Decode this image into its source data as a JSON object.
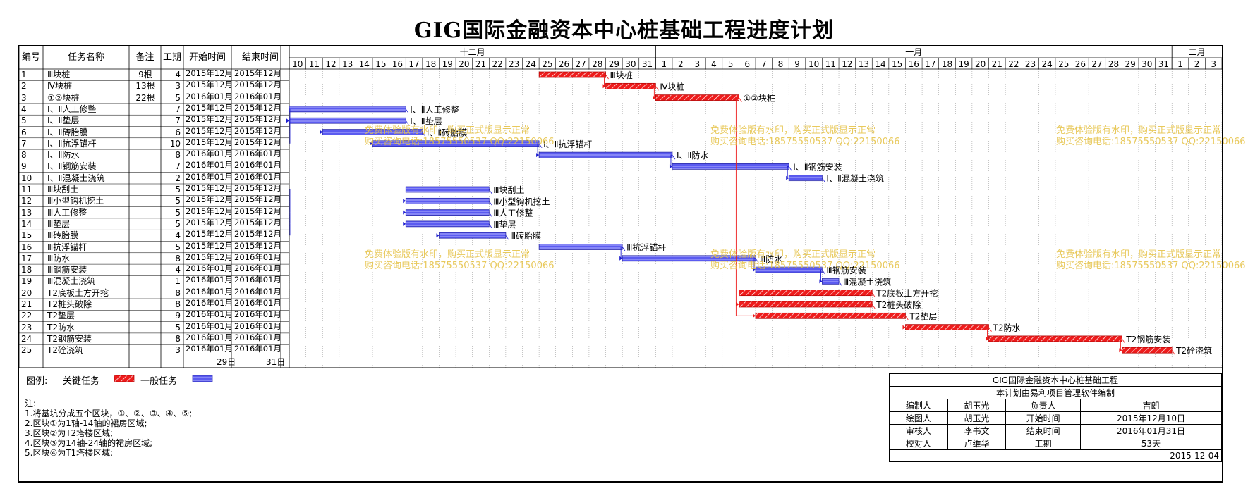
{
  "title": "GIG国际金融资本中心桩基础工程进度计划",
  "headers": {
    "id": "编号",
    "name": "任务名称",
    "note": "备注",
    "dur": "工期",
    "start": "开始时间",
    "end": "结束时间"
  },
  "months": [
    {
      "label": "十二月",
      "from": 0,
      "count": 22
    },
    {
      "label": "一月",
      "from": 22,
      "count": 31
    },
    {
      "label": "二月",
      "from": 53,
      "count": 3
    }
  ],
  "days": [
    10,
    11,
    12,
    13,
    14,
    15,
    16,
    17,
    18,
    19,
    20,
    21,
    22,
    23,
    24,
    25,
    26,
    27,
    28,
    29,
    30,
    31,
    1,
    2,
    3,
    4,
    5,
    6,
    7,
    8,
    9,
    10,
    11,
    12,
    13,
    14,
    15,
    16,
    17,
    18,
    19,
    20,
    21,
    22,
    23,
    24,
    25,
    26,
    27,
    28,
    29,
    30,
    31,
    1,
    2,
    3
  ],
  "tasks": [
    {
      "id": "1",
      "name": "Ⅲ块桩",
      "note": "9根",
      "dur": "4",
      "start": "2015年12月",
      "end": "2015年12月",
      "bar": [
        15,
        4
      ],
      "critical": true,
      "label": "Ⅲ块桩"
    },
    {
      "id": "2",
      "name": "Ⅳ块桩",
      "note": "13根",
      "dur": "3",
      "start": "2015年12月",
      "end": "2015年12月",
      "bar": [
        19,
        3
      ],
      "critical": true,
      "label": "Ⅳ块桩"
    },
    {
      "id": "3",
      "name": "①②块桩",
      "note": "22根",
      "dur": "5",
      "start": "2016年01月",
      "end": "2016年01月",
      "bar": [
        22,
        5
      ],
      "critical": true,
      "label": "①②块桩"
    },
    {
      "id": "4",
      "name": "Ⅰ、Ⅱ人工修整",
      "note": "",
      "dur": "7",
      "start": "2015年12月",
      "end": "2015年12月",
      "bar": [
        0,
        7
      ],
      "critical": false,
      "label": "Ⅰ、Ⅱ人工修整"
    },
    {
      "id": "5",
      "name": "Ⅰ、Ⅱ垫层",
      "note": "",
      "dur": "7",
      "start": "2015年12月",
      "end": "2015年12月",
      "bar": [
        0,
        7
      ],
      "critical": false,
      "label": "Ⅰ、Ⅱ垫层"
    },
    {
      "id": "6",
      "name": "Ⅰ、Ⅱ砖胎膜",
      "note": "",
      "dur": "6",
      "start": "2015年12月",
      "end": "2015年12月",
      "bar": [
        2,
        6
      ],
      "critical": false,
      "label": "Ⅰ、Ⅱ砖胎膜"
    },
    {
      "id": "7",
      "name": "Ⅰ、Ⅱ抗浮锚杆",
      "note": "",
      "dur": "10",
      "start": "2015年12月",
      "end": "2015年12月",
      "bar": [
        5,
        10
      ],
      "critical": false,
      "label": "Ⅰ、Ⅱ抗浮锚杆"
    },
    {
      "id": "8",
      "name": "Ⅰ、Ⅱ防水",
      "note": "",
      "dur": "8",
      "start": "2016年01月",
      "end": "2016年01月",
      "bar": [
        15,
        8
      ],
      "critical": false,
      "label": "Ⅰ、Ⅱ防水"
    },
    {
      "id": "9",
      "name": "Ⅰ、Ⅱ钢筋安装",
      "note": "",
      "dur": "7",
      "start": "2016年01月",
      "end": "2016年01月",
      "bar": [
        23,
        7
      ],
      "critical": false,
      "label": "Ⅰ、Ⅱ钢筋安装"
    },
    {
      "id": "10",
      "name": "Ⅰ、Ⅱ混凝土浇筑",
      "note": "",
      "dur": "2",
      "start": "2016年01月",
      "end": "2016年01月",
      "bar": [
        30,
        2
      ],
      "critical": false,
      "label": "Ⅰ、Ⅱ混凝土浇筑"
    },
    {
      "id": "11",
      "name": "Ⅲ块刮土",
      "note": "",
      "dur": "5",
      "start": "2015年12月",
      "end": "2015年12月",
      "bar": [
        7,
        5
      ],
      "critical": false,
      "label": "Ⅲ块刮土"
    },
    {
      "id": "12",
      "name": "Ⅲ小型钩机挖土",
      "note": "",
      "dur": "5",
      "start": "2015年12月",
      "end": "2015年12月",
      "bar": [
        7,
        5
      ],
      "critical": false,
      "label": "Ⅲ小型钩机挖土"
    },
    {
      "id": "13",
      "name": "Ⅲ人工修整",
      "note": "",
      "dur": "5",
      "start": "2015年12月",
      "end": "2015年12月",
      "bar": [
        7,
        5
      ],
      "critical": false,
      "label": "Ⅲ人工修整"
    },
    {
      "id": "14",
      "name": "Ⅲ垫层",
      "note": "",
      "dur": "5",
      "start": "2015年12月",
      "end": "2015年12月",
      "bar": [
        7,
        5
      ],
      "critical": false,
      "label": "Ⅲ垫层"
    },
    {
      "id": "15",
      "name": "Ⅲ砖胎膜",
      "note": "",
      "dur": "4",
      "start": "2015年12月",
      "end": "2015年12月",
      "bar": [
        9,
        4
      ],
      "critical": false,
      "label": "Ⅲ砖胎膜"
    },
    {
      "id": "16",
      "name": "Ⅲ抗浮锚杆",
      "note": "",
      "dur": "5",
      "start": "2015年12月",
      "end": "2015年12月",
      "bar": [
        15,
        5
      ],
      "critical": false,
      "label": "Ⅲ抗浮锚杆"
    },
    {
      "id": "17",
      "name": "Ⅲ防水",
      "note": "",
      "dur": "8",
      "start": "2015年12月",
      "end": "2016年01月",
      "bar": [
        20,
        8
      ],
      "critical": false,
      "label": "Ⅲ防水"
    },
    {
      "id": "18",
      "name": "Ⅲ钢筋安装",
      "note": "",
      "dur": "4",
      "start": "2016年01月",
      "end": "2016年01月",
      "bar": [
        28,
        4
      ],
      "critical": false,
      "label": "Ⅲ钢筋安装"
    },
    {
      "id": "19",
      "name": "Ⅲ混凝土浇筑",
      "note": "",
      "dur": "1",
      "start": "2016年01月",
      "end": "2016年01月",
      "bar": [
        32,
        1
      ],
      "critical": false,
      "label": "Ⅲ混凝土浇筑"
    },
    {
      "id": "20",
      "name": "T2底板土方开挖",
      "note": "",
      "dur": "8",
      "start": "2016年01月",
      "end": "2016年01月",
      "bar": [
        27,
        8
      ],
      "critical": true,
      "label": "T2底板土方开挖"
    },
    {
      "id": "21",
      "name": "T2桩头破除",
      "note": "",
      "dur": "8",
      "start": "2016年01月",
      "end": "2016年01月",
      "bar": [
        27,
        8
      ],
      "critical": true,
      "label": "T2桩头破除"
    },
    {
      "id": "22",
      "name": "T2垫层",
      "note": "",
      "dur": "9",
      "start": "2016年01月",
      "end": "2016年01月",
      "bar": [
        28,
        9
      ],
      "critical": true,
      "label": "T2垫层"
    },
    {
      "id": "23",
      "name": "T2防水",
      "note": "",
      "dur": "5",
      "start": "2016年01月",
      "end": "2016年01月",
      "bar": [
        37,
        5
      ],
      "critical": true,
      "label": "T2防水"
    },
    {
      "id": "24",
      "name": "T2钢筋安装",
      "note": "",
      "dur": "8",
      "start": "2016年01月",
      "end": "2016年01月",
      "bar": [
        42,
        8
      ],
      "critical": true,
      "label": "T2钢筋安装"
    },
    {
      "id": "25",
      "name": "T2砼浇筑",
      "note": "",
      "dur": "3",
      "start": "2016年01月",
      "end": "2016年01月",
      "bar": [
        50,
        3
      ],
      "critical": true,
      "label": "T2砼浇筑"
    }
  ],
  "end_days": [
    "29日",
    "31日"
  ],
  "legend": {
    "label": "图例:",
    "critical": "关键任务",
    "normal": "一般任务"
  },
  "notes": [
    "注:",
    "1.将基坑分成五个区块，①、②、③、④、⑤;",
    "2.区块①为1轴-14轴的裙房区域;",
    "3.区块②为T2塔楼区域;",
    "4.区块③为14轴-24轴的裙房区域;",
    "5.区块④为T1塔楼区域;"
  ],
  "info": {
    "project": "GIG国际金融资本中心桩基础工程",
    "software": "本计划由易利项目管理软件编制",
    "rows": [
      [
        "编制人",
        "胡玉光",
        "负责人",
        "吉朗"
      ],
      [
        "绘图人",
        "胡玉光",
        "开始时间",
        "2015年12月10日"
      ],
      [
        "审核人",
        "李书文",
        "结束时间",
        "2016年01月31日"
      ],
      [
        "校对人",
        "卢维华",
        "工期",
        "53天"
      ]
    ],
    "date": "2015-12-04"
  },
  "watermark": [
    "免费体验版有水印，购买正式版显示正常",
    "购买咨询电话:18575550537 QQ:22150066"
  ],
  "colors": {
    "critical": "#ee1c1c",
    "normal": "#5b5bf0",
    "link": "#1f1fd0",
    "grid": "#888888",
    "wm": "#e5c040"
  }
}
